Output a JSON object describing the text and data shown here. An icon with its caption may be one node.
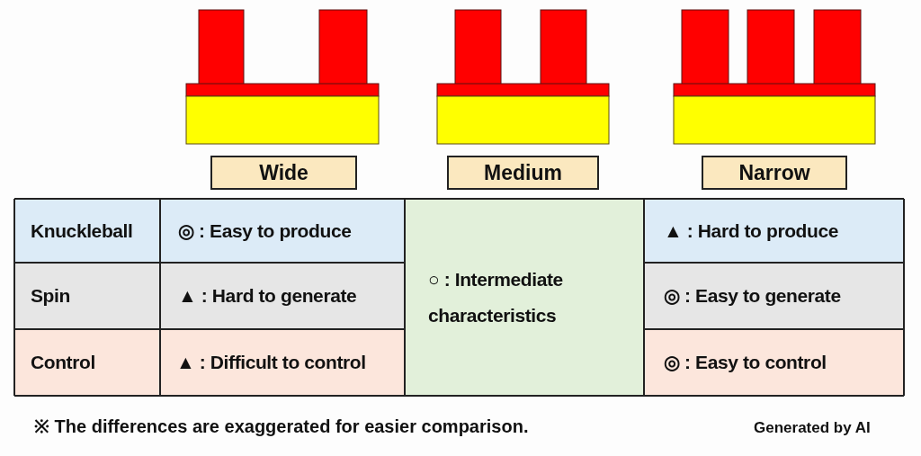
{
  "diagram": {
    "nodes": [
      {
        "text": [
          "Wide"
        ]
      },
      {
        "text": [
          "Medium"
        ]
      },
      {
        "text": [
          "Narrow"
        ]
      }
    ],
    "labels": [
      "Knuckleball",
      "◎ : Easy to produce",
      "○ : Intermediate characteristics",
      "▲ : Hard to produce",
      "Spin",
      "▲ : Hard to generate",
      "◎ : Easy to generate",
      "Control",
      "▲ : Difficult to control",
      "◎ : Easy to control",
      "※ The differences are exaggerated for easier comparison.",
      "Generated by AI"
    ]
  }
}
